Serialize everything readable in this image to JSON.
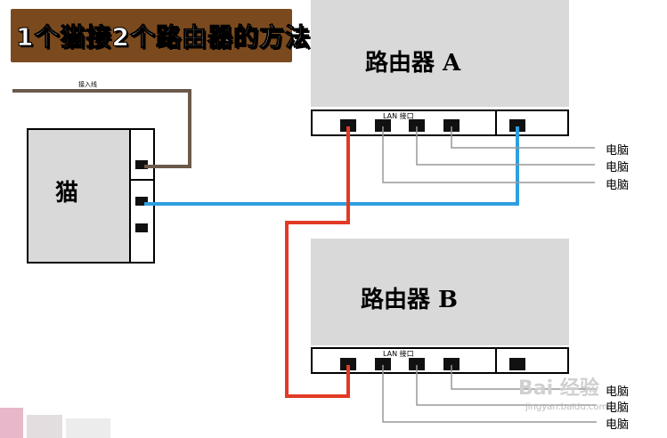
{
  "title": "1个猫接2个路由器的方法",
  "modem": {
    "label": "猫",
    "access_line_label": "接入线"
  },
  "router_a": {
    "label": "路由器 A",
    "lan_label": "LAN 接口"
  },
  "router_b": {
    "label": "路由器 B",
    "lan_label": "LAN 接口"
  },
  "pc_labels_a": [
    "电脑",
    "电脑",
    "电脑"
  ],
  "pc_labels_b": [
    "电脑",
    "电脑",
    "电脑"
  ],
  "watermark": {
    "text": "Bai 经验",
    "url": "jingyan.baidu.com"
  },
  "colors": {
    "access_line": "#6b5a4a",
    "red_cable": "#e23a25",
    "blue_cable": "#2e9fe0",
    "thin_line": "#999999",
    "banner": "#7a4a1e"
  }
}
